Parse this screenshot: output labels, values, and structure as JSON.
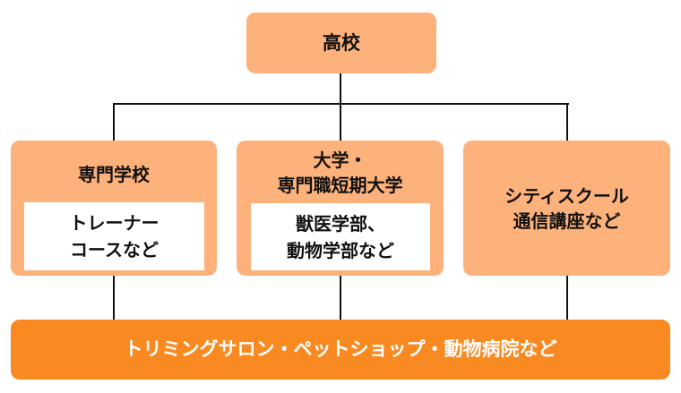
{
  "top": {
    "label": "高校"
  },
  "branches": [
    {
      "title": [
        "専門学校"
      ],
      "detail": [
        "トレーナー",
        "コースなど"
      ]
    },
    {
      "title": [
        "大学・",
        "専門職短期大学"
      ],
      "detail": [
        "獣医学部、",
        "動物学部など"
      ]
    },
    {
      "title": [
        "シティスクール",
        "通信講座など"
      ],
      "detail": []
    }
  ],
  "bottom": {
    "label": "トリミングサロン・ペットショップ・動物病院など"
  },
  "colors": {
    "light": "#FDB17B",
    "dark": "#F98A22"
  }
}
